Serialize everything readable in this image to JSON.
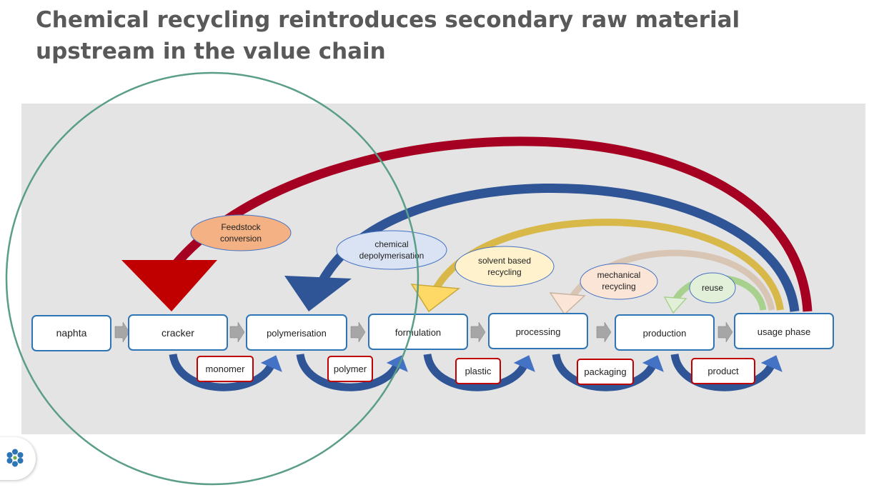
{
  "title": {
    "line1": "Chemical recycling reintroduces secondary raw material",
    "line2": "upstream in the value chain"
  },
  "stages": [
    "naphta",
    "cracker",
    "polymerisation",
    "formulation",
    "processing",
    "production",
    "usage phase"
  ],
  "intermediates": [
    "monomer",
    "polymer",
    "plastic",
    "packaging",
    "product"
  ],
  "loops": [
    {
      "name": "feedstock-conversion",
      "line1": "Feedstock",
      "line2": "conversion",
      "color": "#c00000",
      "label_color": "#f4b183"
    },
    {
      "name": "chemical-depolymerisation",
      "line1": "chemical",
      "line2": "depolymerisation",
      "color": "#2f5597",
      "label_color": "#dae3f3"
    },
    {
      "name": "solvent-based-recycling",
      "line1": "solvent based",
      "line2": "recycling",
      "color": "#ffd966",
      "label_color": "#fff2cc"
    },
    {
      "name": "mechanical-recycling",
      "line1": "mechanical",
      "line2": "recycling",
      "color": "#f8cbad",
      "label_color": "#fbe5d6"
    },
    {
      "name": "reuse",
      "line1": "reuse",
      "line2": "",
      "color": "#c5e0b4",
      "label_color": "#e2f0d9"
    }
  ],
  "colors": {
    "title": "#595959",
    "panel": "#e4e4e4",
    "stage_border": "#2e75b6",
    "intermediate_border": "#c00000",
    "flow_arrow": "#4472c4",
    "highlight_circle": "#5a9e88"
  },
  "icons": [
    "chevron-right-icon",
    "curved-arrow-icon",
    "company-logo-icon"
  ]
}
